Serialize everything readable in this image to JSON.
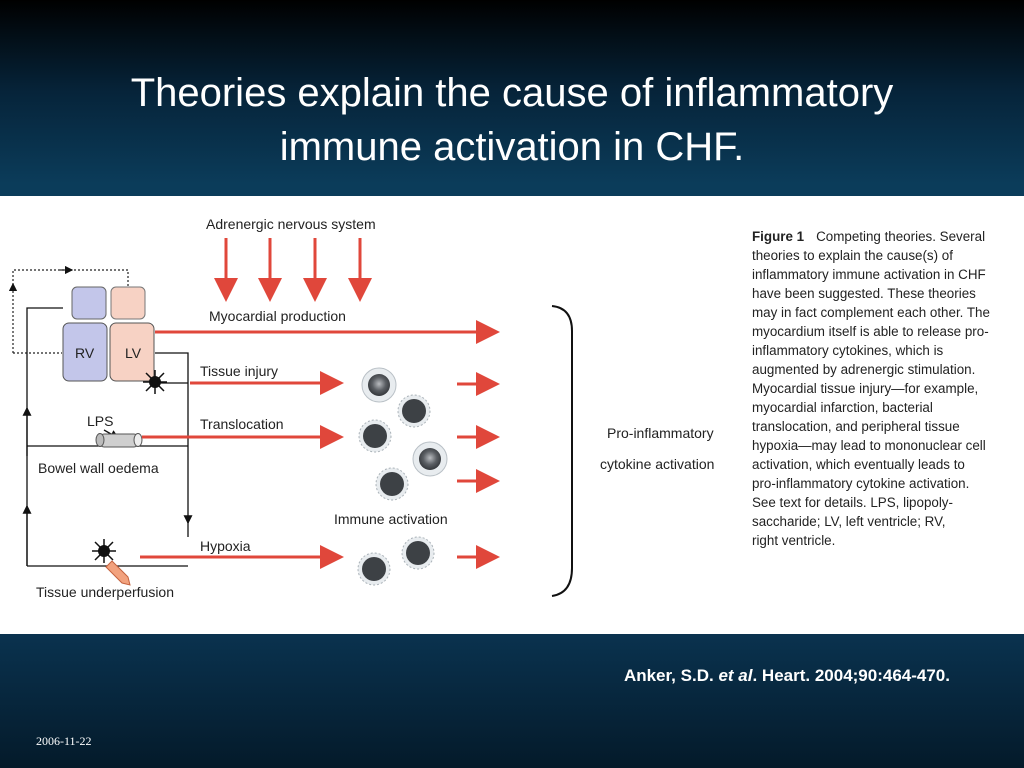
{
  "slide": {
    "title_line1": "Theories explain the cause of inflammatory",
    "title_line2": "immune activation in CHF.",
    "citation_author": "Anker, S.D.",
    "citation_etal": "et al",
    "citation_rest": ". Heart. 2004;90:464-470.",
    "date": "2006-11-22"
  },
  "diagram": {
    "adrenergic": "Adrenergic nervous system",
    "myocardial": "Myocardial production",
    "rv": "RV",
    "lv": "LV",
    "tissue_injury": "Tissue injury",
    "translocation": "Translocation",
    "lps": "LPS",
    "bowel": "Bowel wall oedema",
    "hypoxia": "Hypoxia",
    "underperfusion": "Tissue underperfusion",
    "immune": "Immune activation",
    "pro_line1": "Pro-inflammatory",
    "pro_line2": "cytokine activation",
    "colors": {
      "arrow_red": "#e0473b",
      "rv_fill": "#c3c6ea",
      "lv_fill": "#f7d2c4"
    }
  },
  "caption": {
    "heading": "Figure 1",
    "lines": [
      "Competing theories. Several",
      "theories to explain the cause(s) of",
      "inflammatory immune activation in CHF",
      "have been suggested. These theories",
      "may in fact complement each other. The",
      "myocardium itself is able to release pro-",
      "inflammatory cytokines, which is",
      "augmented by adrenergic stimulation.",
      "Myocardial tissue injury—for example,",
      "myocardial infarction, bacterial",
      "translocation, and peripheral tissue",
      "hypoxia—may lead to mononuclear cell",
      "activation, which eventually leads to",
      "pro-inflammatory cytokine activation.",
      "See text for details. LPS, lipopoly-",
      "saccharide; LV, left ventricle; RV,",
      "right ventricle."
    ]
  }
}
